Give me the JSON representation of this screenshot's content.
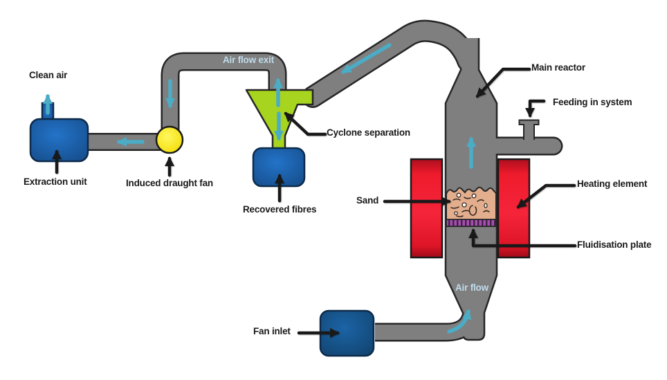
{
  "diagram": {
    "type": "process-flow",
    "subject": "Fluidised bed fibre recycling process",
    "labels": {
      "clean_air": "Clean air",
      "extraction_unit": "Extraction unit",
      "induced_draught_fan": "Induced draught fan",
      "air_flow_exit": "Air flow exit",
      "cyclone_separation": "Cyclone separation",
      "recovered_fibres": "Recovered fibres",
      "sand": "Sand",
      "main_reactor": "Main reactor",
      "feeding_in_system": "Feeding in system",
      "heating_element": "Heating element",
      "fluidisation_plate": "Fluidisation plate",
      "air_flow": "Air flow",
      "fan_inlet": "Fan inlet"
    }
  },
  "colors": {
    "pipe": "#7F7F7F",
    "outline": "#262626",
    "flow_arrow": "#4BACC6",
    "flow_label": "#BFDCEC",
    "label_text": "#191919",
    "cyclone_green": "#A6D41F",
    "fan_yellow": "#FFE81A",
    "heater_red": "#EE1B2C",
    "vessel_blue": "#1B61AE",
    "inlet_blue": "#17578E",
    "sand_tan": "#E2AE8E",
    "plate_purple": "#A349A4",
    "background": "#FFFFFF"
  }
}
